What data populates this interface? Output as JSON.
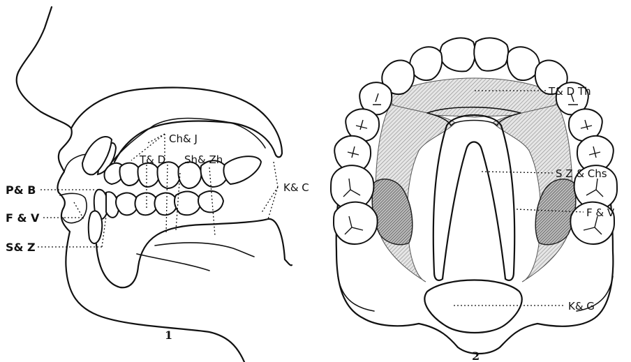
{
  "figure1": {
    "number": "1",
    "labels": {
      "p_b": "P& B",
      "f_v": "F & V",
      "s_z": "S& Z",
      "ch_j": "Ch& J",
      "t_d": "T& D",
      "sh_zh": "Sh& Zh",
      "k_c": "K& C"
    }
  },
  "figure2": {
    "number": "2",
    "labels": {
      "t_d_th": "T& D Th",
      "s_z_chs": "S Z & Chs",
      "f_v": "F & V",
      "k_g": "K& G"
    }
  }
}
